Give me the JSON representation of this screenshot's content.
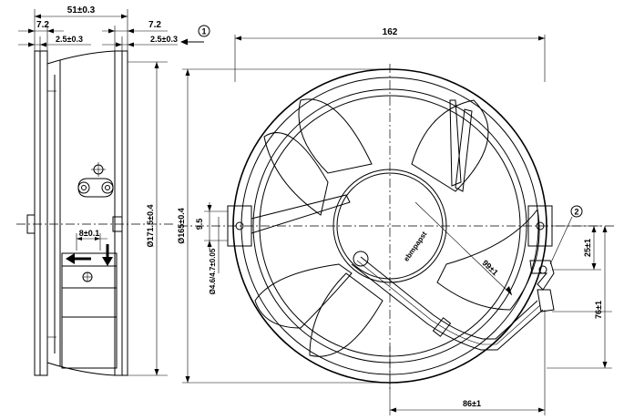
{
  "side_view": {
    "dim_overall_depth": "51±0.3",
    "dim_flange_left": "7.2",
    "dim_flange_right": "7.2",
    "dim_offset_left": "2.5±0.3",
    "dim_offset_right": "2.5±0.3",
    "dim_terminal": "8±0.1",
    "dim_height": "Ø171.5±0.4"
  },
  "front_view": {
    "dim_width": "162",
    "dim_diameter": "Ø165±0.4",
    "dim_slot": "9.5",
    "dim_hole": "Ø4.6/4.7±0.05",
    "dim_radius": "99±1",
    "dim_connector_height": "25±1",
    "dim_connector_drop": "76±1",
    "dim_connector_offset": "86±1",
    "hub_label": "ebmpapst"
  },
  "markers": {
    "airflow": "1",
    "connector": "2"
  }
}
